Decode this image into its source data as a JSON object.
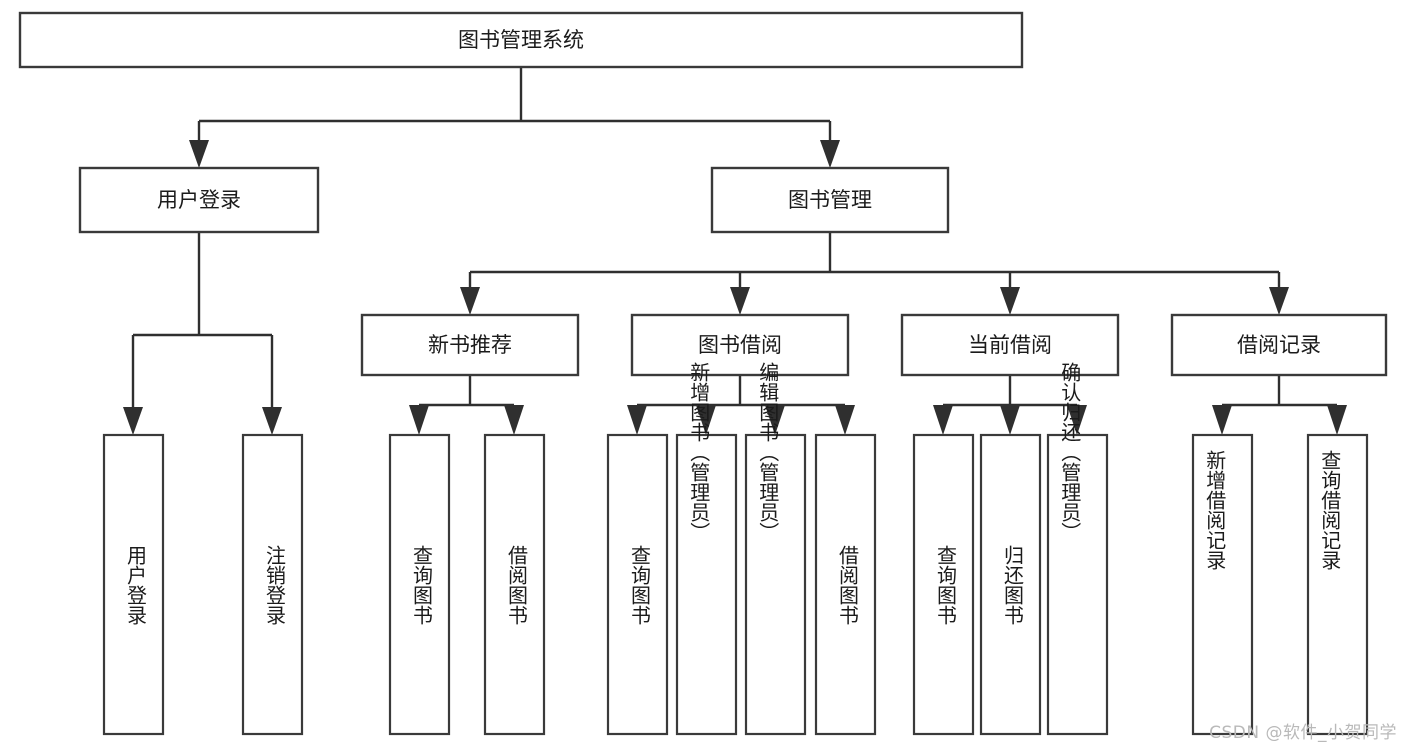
{
  "diagram": {
    "type": "tree-hierarchy-flowchart",
    "title": "图书管理系统",
    "levels": {
      "root": {
        "label": "图书管理系统"
      },
      "level2": [
        {
          "id": "user-login",
          "label": "用户登录"
        },
        {
          "id": "book-management",
          "label": "图书管理"
        }
      ],
      "level3": [
        {
          "id": "new-book-recommend",
          "label": "新书推荐",
          "parent": "book-management"
        },
        {
          "id": "book-borrow",
          "label": "图书借阅",
          "parent": "book-management"
        },
        {
          "id": "current-borrow",
          "label": "当前借阅",
          "parent": "book-management"
        },
        {
          "id": "borrow-record",
          "label": "借阅记录",
          "parent": "book-management"
        }
      ],
      "leaves": [
        {
          "id": "leaf-user-login",
          "label": "用户登录",
          "parent": "user-login"
        },
        {
          "id": "leaf-logout-login",
          "label": "注销登录",
          "parent": "user-login"
        },
        {
          "id": "leaf-query-book-1",
          "label": "查询图书",
          "parent": "new-book-recommend"
        },
        {
          "id": "leaf-borrow-book-1",
          "label": "借阅图书",
          "parent": "new-book-recommend"
        },
        {
          "id": "leaf-query-book-2",
          "label": "查询图书",
          "parent": "book-borrow"
        },
        {
          "id": "leaf-add-book",
          "label": "新增图书（管理员）",
          "parent": "book-borrow"
        },
        {
          "id": "leaf-edit-book",
          "label": "编辑图书（管理员）",
          "parent": "book-borrow"
        },
        {
          "id": "leaf-borrow-book-2",
          "label": "借阅图书",
          "parent": "book-borrow"
        },
        {
          "id": "leaf-query-book-3",
          "label": "查询图书",
          "parent": "current-borrow"
        },
        {
          "id": "leaf-return-book",
          "label": "归还图书",
          "parent": "current-borrow"
        },
        {
          "id": "leaf-confirm-return",
          "label": "确认归还（管理员）",
          "parent": "current-borrow"
        },
        {
          "id": "leaf-add-record",
          "label": "新增借阅记录",
          "parent": "borrow-record"
        },
        {
          "id": "leaf-query-record",
          "label": "查询借阅记录",
          "parent": "borrow-record"
        }
      ]
    },
    "colors": {
      "box_stroke": "#3a3a3a",
      "edge_stroke": "#2f2f2f",
      "box_fill": "#ffffff",
      "text": "#1b1b1b",
      "watermark": "#b9b9b9"
    }
  },
  "watermark": {
    "text": "CSDN @软件_小贺同学"
  }
}
